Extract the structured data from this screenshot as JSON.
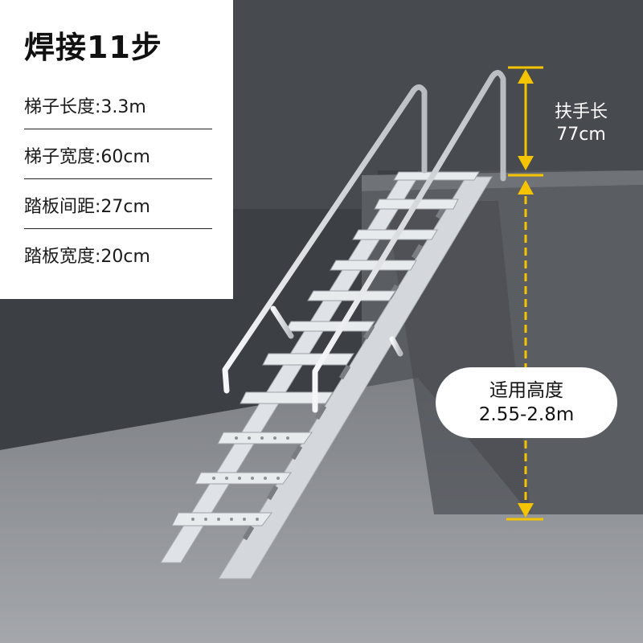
{
  "specs": {
    "title": "焊接11步",
    "rows": [
      "梯子长度:3.3m",
      "梯子宽度:60cm",
      "踏板间距:27cm",
      "踏板宽度:20cm"
    ]
  },
  "dimensions": {
    "handrail_label": "扶手长",
    "handrail_value": "77cm",
    "height_label": "适用高度",
    "height_value": "2.55-2.8m"
  },
  "colors": {
    "wall": "#55585d",
    "ledge": "#6f7378",
    "floor": "#8e9195",
    "ladder": "#dfe3e7",
    "dimension_accent": "#f5c400",
    "panel": "#ffffff"
  },
  "ladder": {
    "step_count": 11
  }
}
